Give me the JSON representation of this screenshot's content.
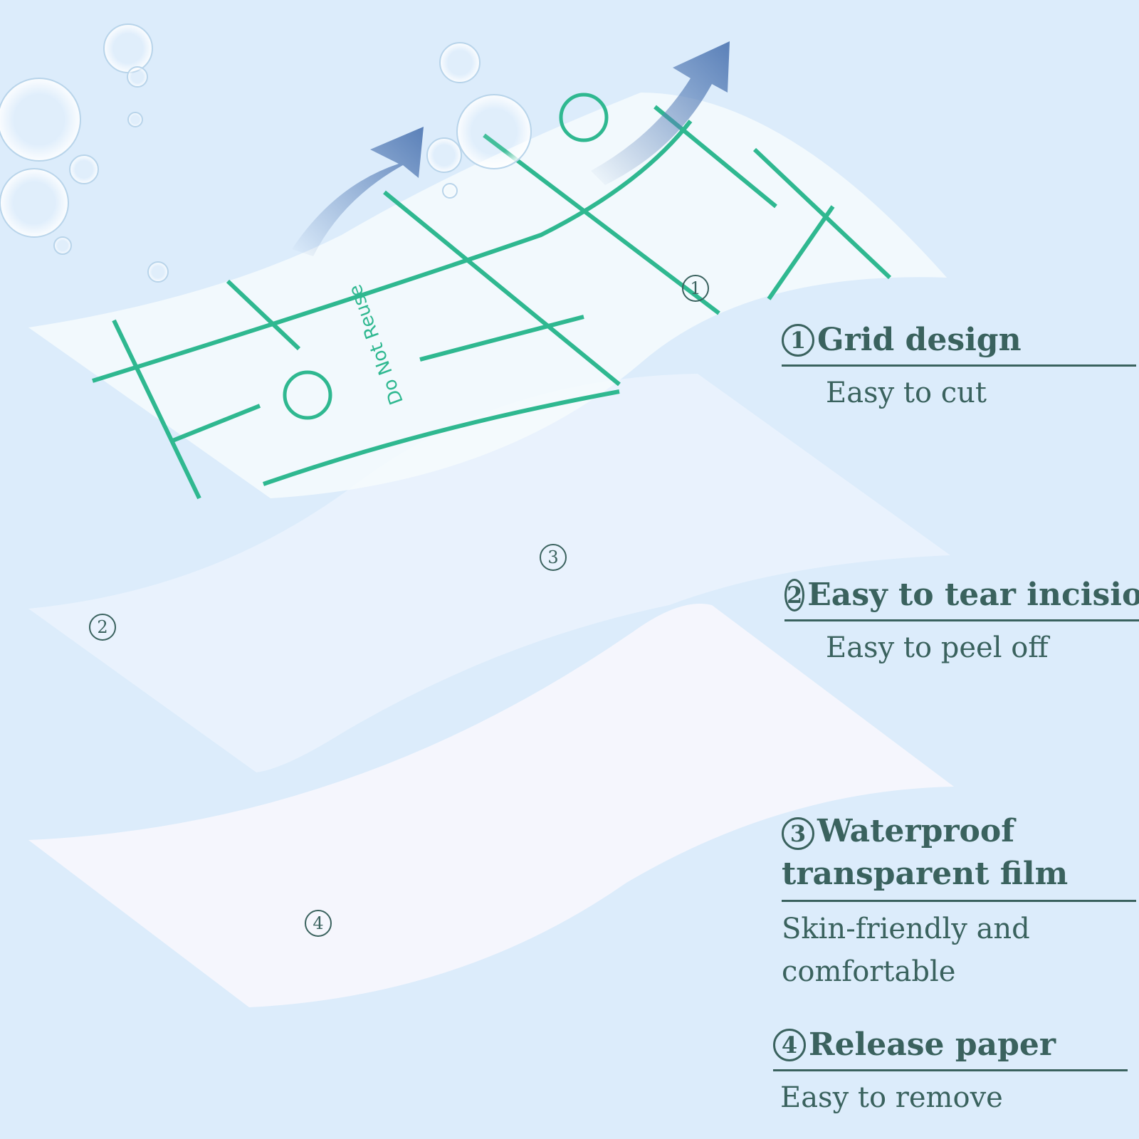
{
  "features": [
    {
      "num": "1",
      "title": "Grid design",
      "subtitle": "Easy to cut"
    },
    {
      "num": "2",
      "title": "Easy to tear incision",
      "subtitle": "Easy to peel off"
    },
    {
      "num": "3",
      "title": "Waterproof transparent film",
      "subtitle": "Skin-friendly and comfortable"
    },
    {
      "num": "4",
      "title": "Release paper",
      "subtitle": "Easy to remove"
    }
  ],
  "layer_labels": [
    "1",
    "2",
    "3",
    "4"
  ],
  "film_print": "Do Not Reuse",
  "colors": {
    "background": "#dcecfb",
    "text": "#3a625e",
    "grid": "#2fb890",
    "arrow": "#5a80b8"
  }
}
